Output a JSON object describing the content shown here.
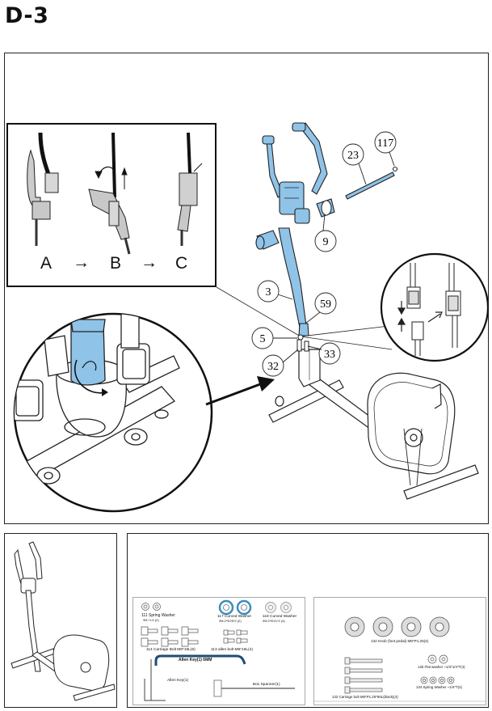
{
  "step": {
    "title": "D-3"
  },
  "inset": {
    "steps": [
      {
        "label": "A"
      },
      {
        "label": "B"
      },
      {
        "label": "C"
      }
    ],
    "arrow": "→"
  },
  "callouts": {
    "c23": "23",
    "c117": "117",
    "c9": "9",
    "c3": "3",
    "c59": "59",
    "c5": "5",
    "c32": "32",
    "c33": "33"
  },
  "hardware": {
    "spring_washer": {
      "name": "111 Spring Washer",
      "spec": "Φ8 *1.5 (2)"
    },
    "curved_washer_117": {
      "name": "117 Curved Washer",
      "spec": "Φ8.2*Φ25*2 (2)"
    },
    "curved_washer_118": {
      "name": "118 Curved Washer",
      "spec": "Φ8.2*Φ21*2 (4)"
    },
    "carriage_bolt_114": {
      "name": "114 Carriage Bolt M8*16L(6)"
    },
    "allen_bolt_113": {
      "name": "113 allen bolt M8*16L(4)"
    },
    "allen_key_6mm": {
      "name": "Allen Key(1) 6MM"
    },
    "allen_key_1": {
      "name": "Allen Key(1)"
    },
    "box_spanner": {
      "name": "Box Spanner(1)"
    },
    "knob_132": {
      "name": "132 Knob (foot pedal) M8*P1.25(4)"
    },
    "flat_washer_125": {
      "name": "125 Flat washer ~1/4*1/4\"T(4)"
    },
    "carriage_bolt_122": {
      "name": "122 Carriage bolt M8*P1.25*90L(black)(4)"
    },
    "spring_washer_124": {
      "name": "124 Spring Washer ~1/4*T(4)"
    }
  },
  "colors": {
    "highlight": "#8fc3e8",
    "outline": "#222222",
    "sleeve": "#3a8fbf"
  }
}
